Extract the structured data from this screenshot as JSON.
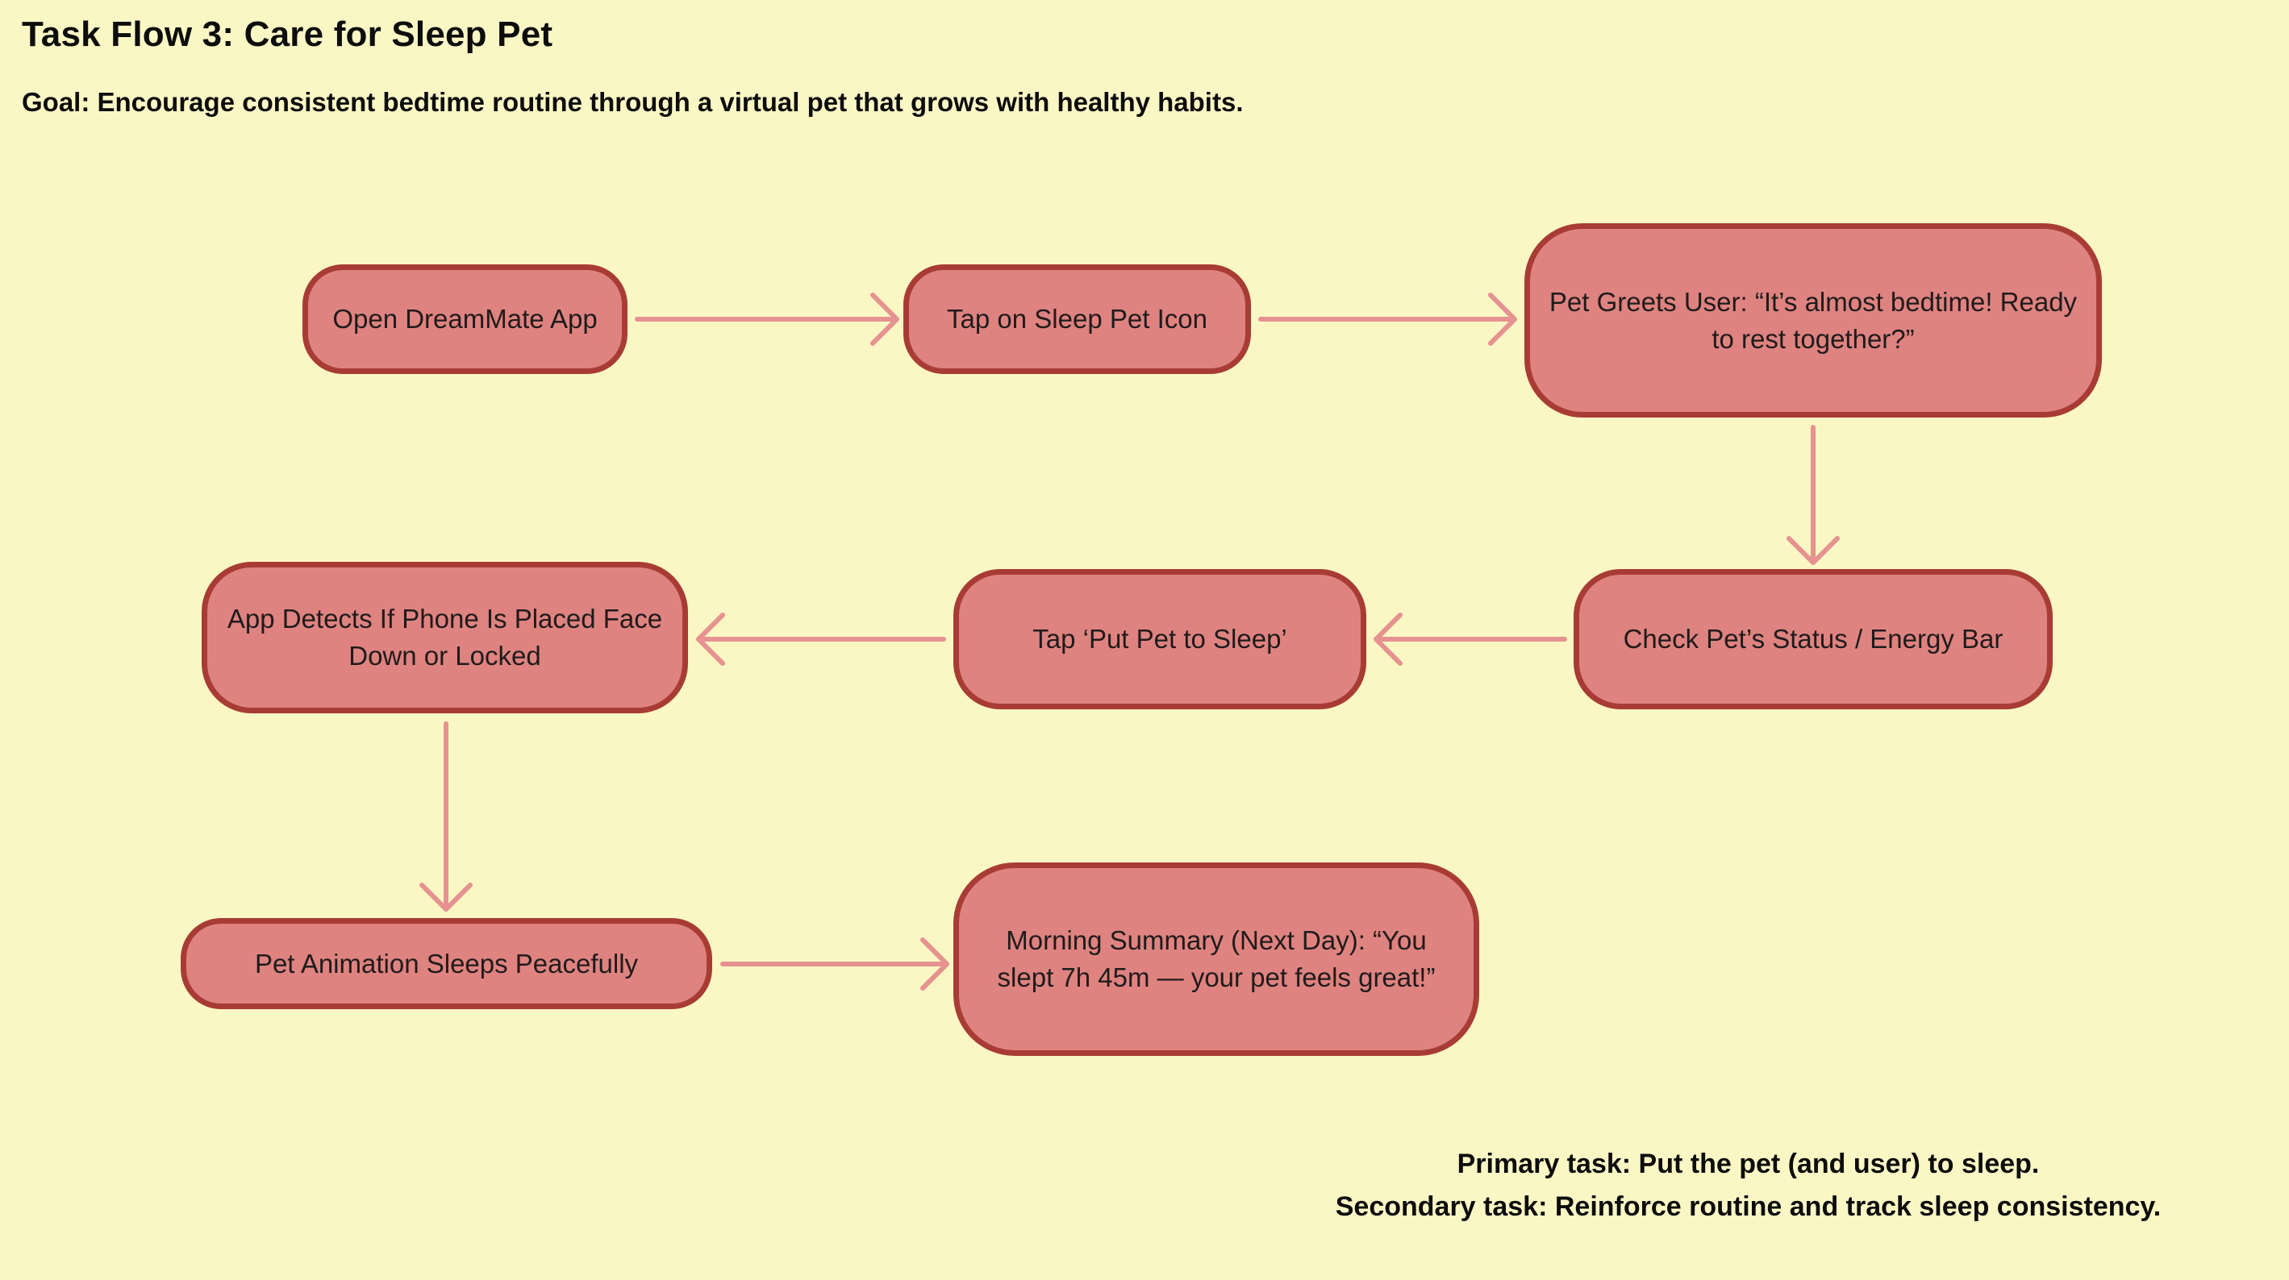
{
  "header": {
    "title": "Task Flow 3: Care for Sleep Pet",
    "goal": "Goal: Encourage consistent bedtime routine through a virtual pet that grows with healthy habits."
  },
  "nodes": [
    {
      "id": "open-app",
      "label": "Open DreamMate App"
    },
    {
      "id": "tap-sleep-pet-icon",
      "label": "Tap on Sleep Pet Icon"
    },
    {
      "id": "pet-greets",
      "label": "Pet Greets User: “It’s almost bedtime! Ready\nto rest together?”"
    },
    {
      "id": "check-status",
      "label": "Check Pet’s Status / Energy Bar"
    },
    {
      "id": "tap-put-pet-to-sleep",
      "label": "Tap ‘Put Pet to Sleep’"
    },
    {
      "id": "app-detects",
      "label": "App Detects If Phone Is Placed Face\nDown or Locked"
    },
    {
      "id": "pet-animation",
      "label": "Pet Animation Sleeps Peacefully"
    },
    {
      "id": "morning-summary",
      "label": "Morning Summary (Next Day): “You\nslept 7h 45m — your pet feels great!”"
    }
  ],
  "edges": [
    {
      "from": "open-app",
      "to": "tap-sleep-pet-icon",
      "direction": "right"
    },
    {
      "from": "tap-sleep-pet-icon",
      "to": "pet-greets",
      "direction": "right"
    },
    {
      "from": "pet-greets",
      "to": "check-status",
      "direction": "down"
    },
    {
      "from": "check-status",
      "to": "tap-put-pet-to-sleep",
      "direction": "left"
    },
    {
      "from": "tap-put-pet-to-sleep",
      "to": "app-detects",
      "direction": "left"
    },
    {
      "from": "app-detects",
      "to": "pet-animation",
      "direction": "down"
    },
    {
      "from": "pet-animation",
      "to": "morning-summary",
      "direction": "right"
    }
  ],
  "footer": {
    "primary": "Primary task: Put the pet (and user) to sleep.",
    "secondary": "Secondary task: Reinforce routine and track sleep consistency."
  },
  "colors": {
    "bg": "#FBF7C5",
    "node-fill": "#DE8380",
    "node-border": "#A83C35",
    "arrow": "#E59290",
    "node-text": "#201B1B",
    "heading-text": "#0D0D0D"
  }
}
